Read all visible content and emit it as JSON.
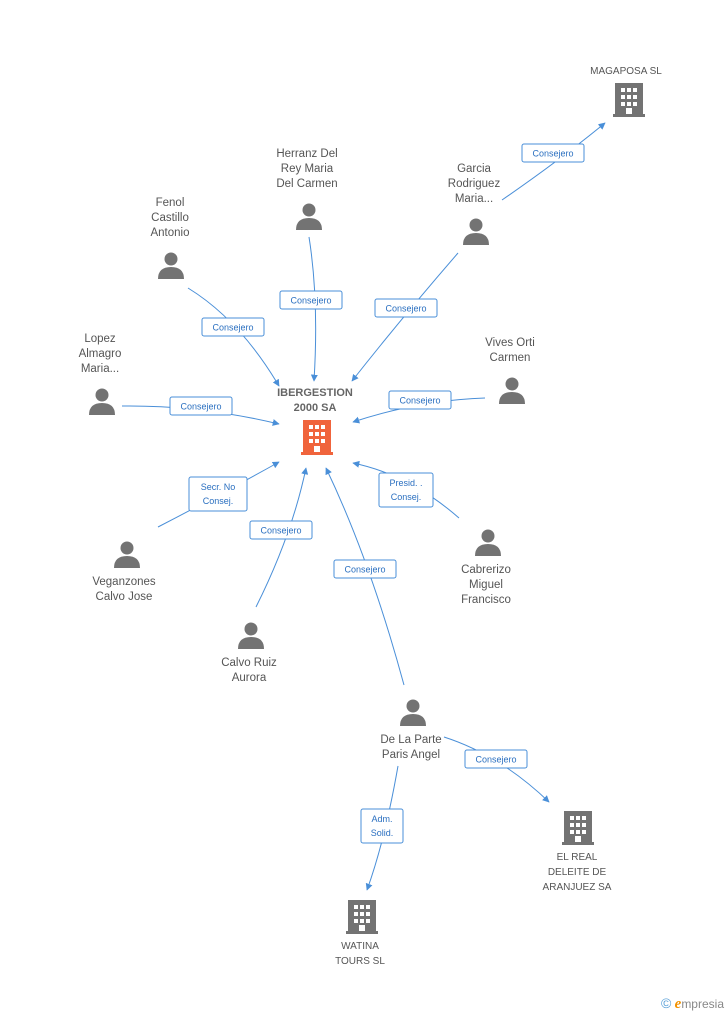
{
  "main_company": {
    "label": [
      "IBERGESTION",
      "2000 SA"
    ]
  },
  "persons": {
    "herranz": {
      "label": [
        "Herranz Del",
        "Rey Maria",
        "Del Carmen"
      ]
    },
    "fenol": {
      "label": [
        "Fenol",
        "Castillo",
        "Antonio"
      ]
    },
    "garcia": {
      "label": [
        "Garcia",
        "Rodriguez",
        "Maria..."
      ]
    },
    "lopez": {
      "label": [
        "Lopez",
        "Almagro",
        "Maria..."
      ]
    },
    "vives": {
      "label": [
        "Vives Orti",
        "Carmen"
      ]
    },
    "veganzones": {
      "label": [
        "Veganzones",
        "Calvo Jose"
      ]
    },
    "calvo": {
      "label": [
        "Calvo Ruiz",
        "Aurora"
      ]
    },
    "cabrerizo": {
      "label": [
        "Cabrerizo",
        "Miguel",
        "Francisco"
      ]
    },
    "delaparte": {
      "label": [
        "De La Parte",
        "Paris Angel"
      ]
    }
  },
  "companies": {
    "magaposa": {
      "label": [
        "MAGAPOSA SL"
      ]
    },
    "elreal": {
      "label": [
        "EL REAL",
        "DELEITE DE",
        "ARANJUEZ SA"
      ]
    },
    "watina": {
      "label": [
        "WATINA",
        "TOURS SL"
      ]
    }
  },
  "relations": {
    "herranz": [
      "Consejero"
    ],
    "fenol": [
      "Consejero"
    ],
    "garcia": [
      "Consejero"
    ],
    "garcia_magaposa": [
      "Consejero"
    ],
    "lopez": [
      "Consejero"
    ],
    "vives": [
      "Consejero"
    ],
    "veganzones": [
      "Secr.  No",
      "Consej."
    ],
    "calvo": [
      "Consejero"
    ],
    "cabrerizo": [
      "Presid. .",
      "Consej."
    ],
    "delaparte": [
      "Consejero"
    ],
    "delaparte_elreal": [
      "Consejero"
    ],
    "delaparte_watina": [
      "Adm.",
      "Solid."
    ]
  },
  "footer": {
    "copyright": "©",
    "brand_initial": "e",
    "brand_rest": "mpresia"
  },
  "colors": {
    "edge": "#4a8fd8",
    "node_icon": "#737373",
    "main_company": "#f0643c"
  }
}
